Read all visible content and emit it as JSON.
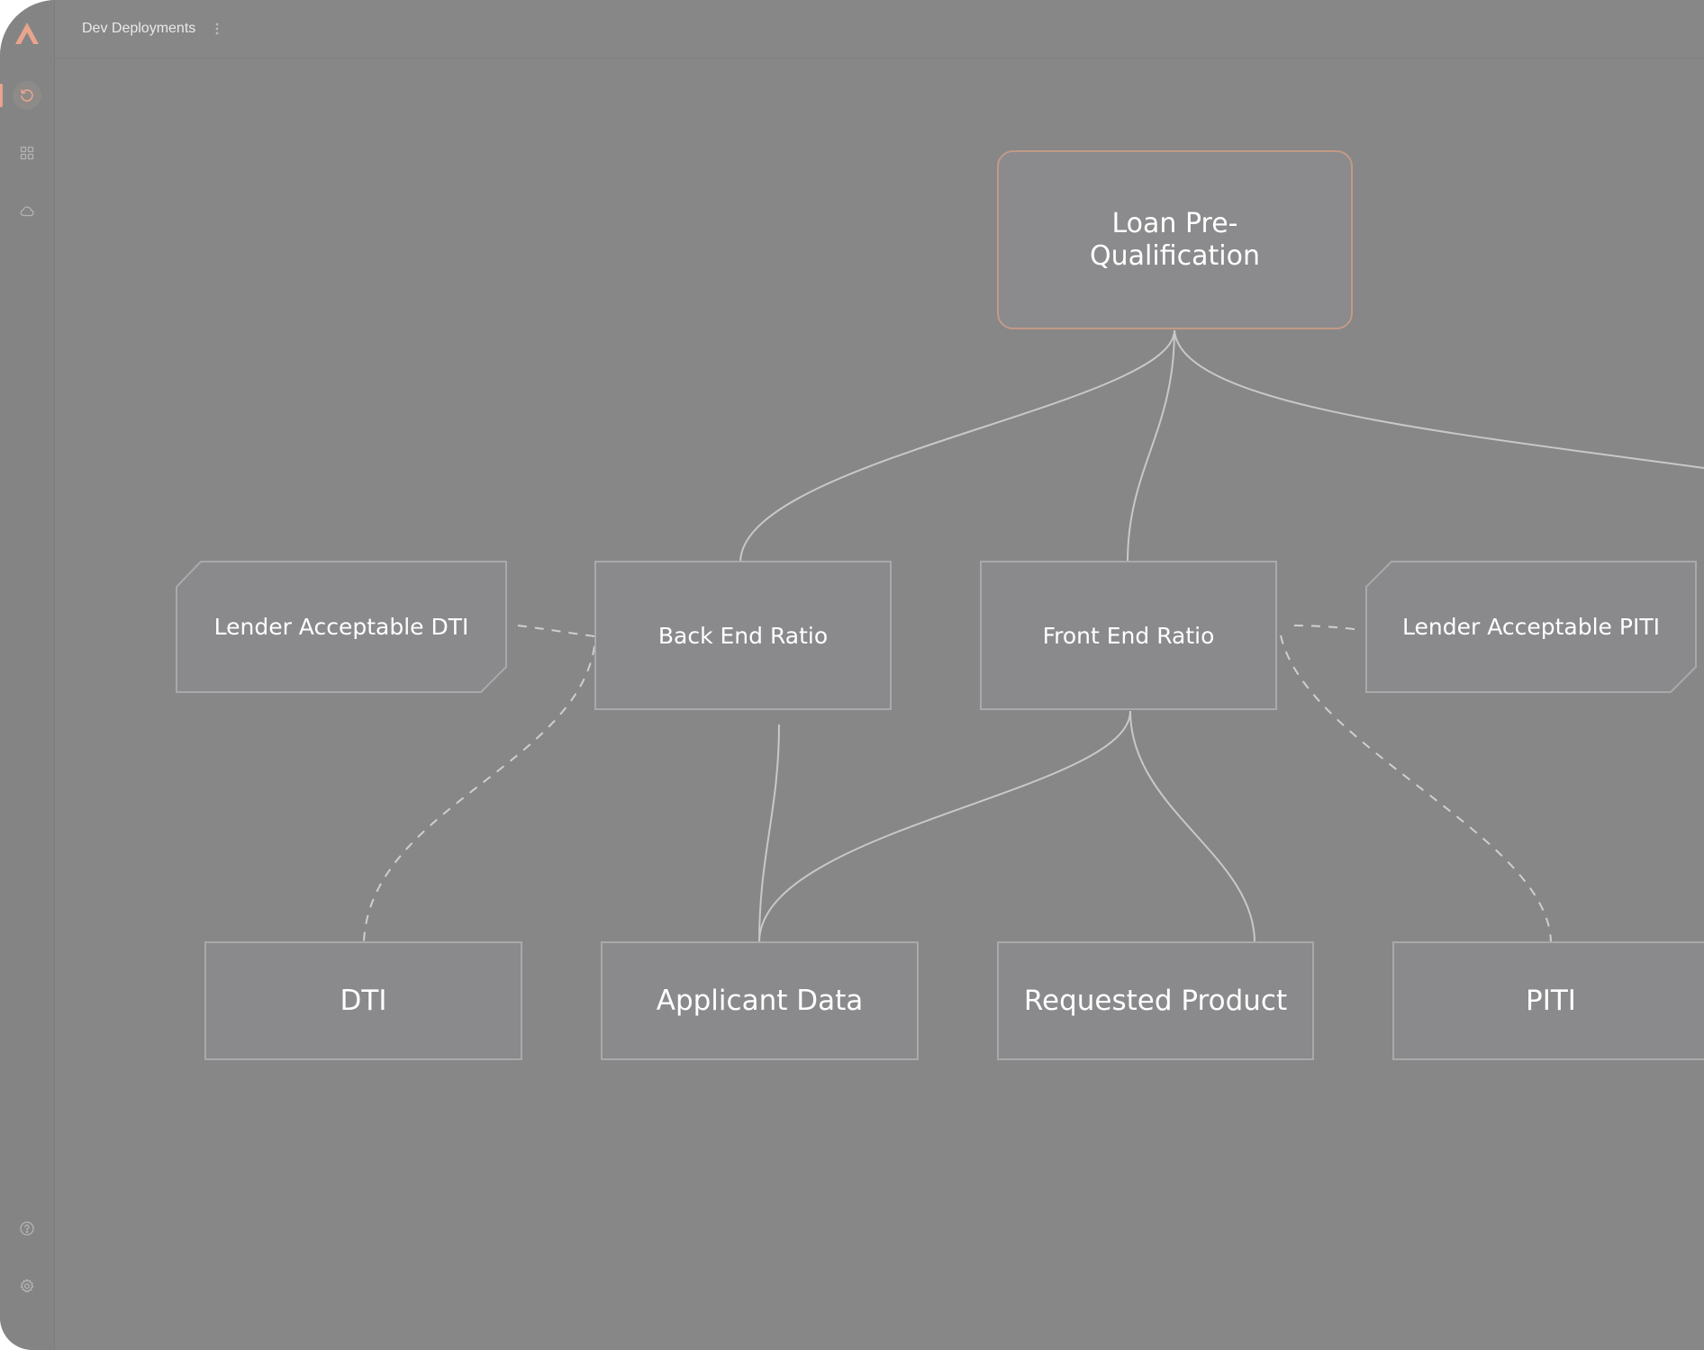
{
  "header": {
    "project_name": "Dev Deployments"
  },
  "sidebar": {
    "items": [
      {
        "name": "history-icon",
        "active": true
      },
      {
        "name": "grid-icon",
        "active": false
      },
      {
        "name": "cloud-icon",
        "active": false
      }
    ],
    "bottom_items": [
      {
        "name": "help-icon"
      },
      {
        "name": "settings-icon"
      }
    ]
  },
  "diagram": {
    "nodes": {
      "loan_prequalification": "Loan Pre-Qualification",
      "lender_acceptable_dti": "Lender Acceptable DTI",
      "back_end_ratio": "Back End Ratio",
      "front_end_ratio": "Front End Ratio",
      "lender_acceptable_piti": "Lender Acceptable PITI",
      "dti": "DTI",
      "applicant_data": "Applicant Data",
      "requested_product": "Requested Product",
      "piti": "PITI"
    }
  },
  "colors": {
    "background": "#878787",
    "node_fill": "#8a8a8c",
    "node_border": "#a9a9ab",
    "accent": "#e8a48c",
    "top_node_border": "#c29a86"
  }
}
